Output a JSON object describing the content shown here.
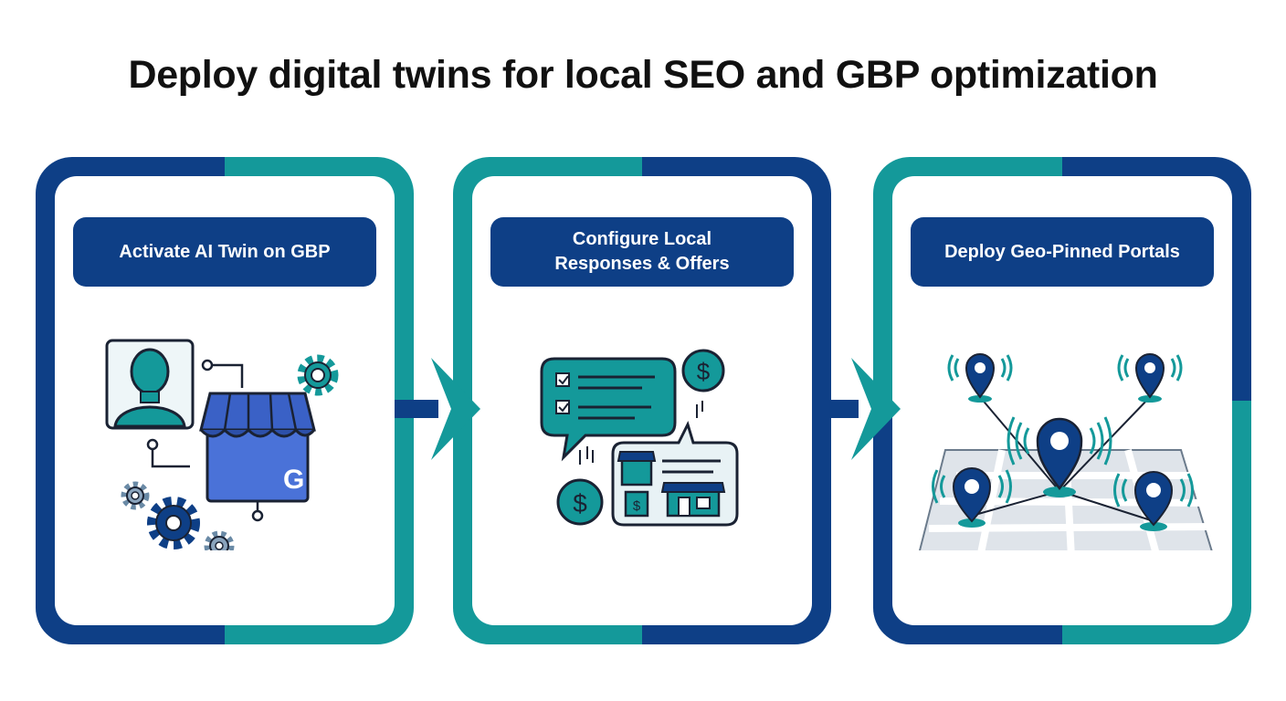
{
  "title": "Deploy digital twins for local SEO and GBP optimization",
  "colors": {
    "navy": "#0e3f86",
    "teal": "#14999a",
    "google_blue": "#4a72d8"
  },
  "steps": [
    {
      "label": "Activate AI Twin on GBP",
      "icon": "ai-twin-store-gears-icon",
      "band_top": "navy-teal",
      "band_bottom": "navy-teal"
    },
    {
      "label": "Configure Local Responses & Offers",
      "label_lines": [
        "Configure Local",
        "Responses & Offers"
      ],
      "icon": "chat-offers-icon"
    },
    {
      "label": "Deploy Geo-Pinned Portals",
      "icon": "map-pins-icon"
    }
  ],
  "store_sign": "G",
  "currency_symbol": "$"
}
